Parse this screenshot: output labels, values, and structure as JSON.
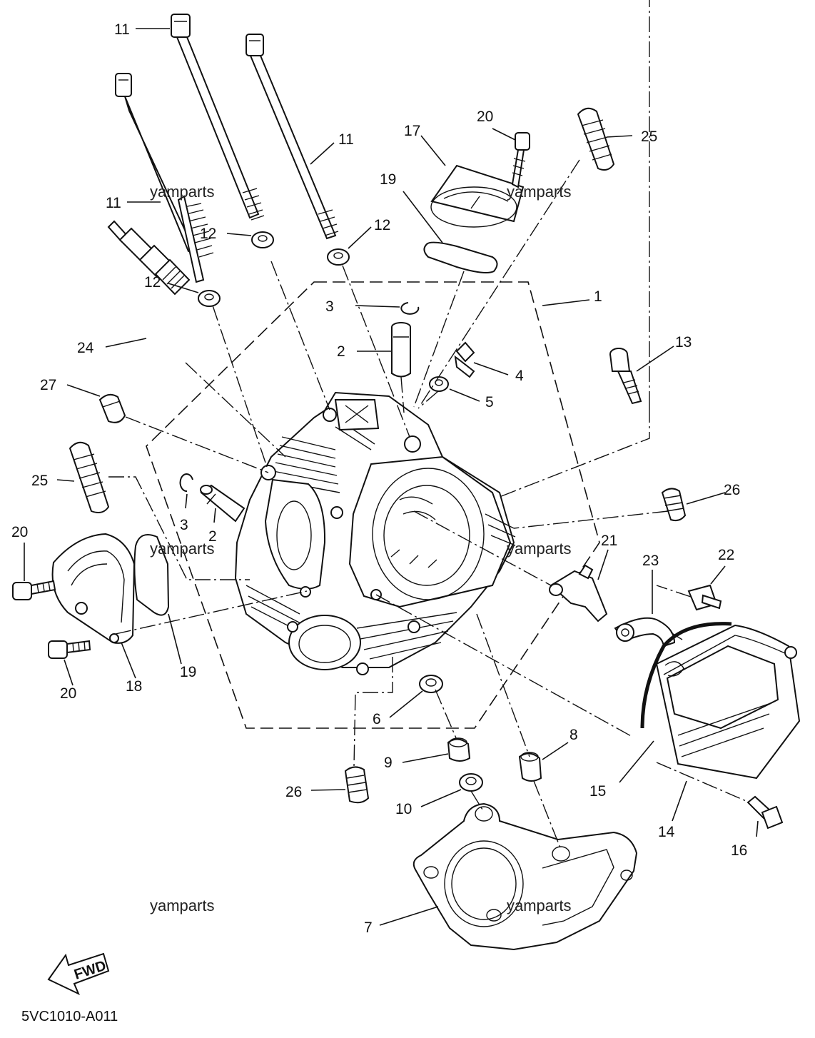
{
  "diagram": {
    "part_code": "5VC1010-A011",
    "fwd_label": "FWD",
    "watermark": "yamparts",
    "callouts": {
      "c1": "1",
      "c2a": "2",
      "c2b": "2",
      "c3a": "3",
      "c3b": "3",
      "c4": "4",
      "c5": "5",
      "c6": "6",
      "c7": "7",
      "c8": "8",
      "c9": "9",
      "c10": "10",
      "c11a": "11",
      "c11b": "11",
      "c11c": "11",
      "c12a": "12",
      "c12b": "12",
      "c12c": "12",
      "c13": "13",
      "c14": "14",
      "c15": "15",
      "c16": "16",
      "c17": "17",
      "c18": "18",
      "c19a": "19",
      "c19b": "19",
      "c20a": "20",
      "c20b": "20",
      "c20c": "20",
      "c21": "21",
      "c22": "22",
      "c23": "23",
      "c24": "24",
      "c25a": "25",
      "c25b": "25",
      "c26a": "26",
      "c26b": "26",
      "c27": "27"
    }
  }
}
